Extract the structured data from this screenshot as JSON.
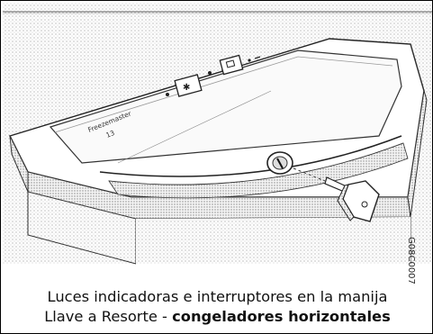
{
  "figure": {
    "panel_labels": [
      "Freezemaster",
      "13"
    ],
    "code": "G08C0007",
    "caption": {
      "line1": "Luces indicadoras e interruptores en la manija",
      "line2_prefix": "Llave a Resorte - ",
      "line2_bold": "congeladores horizontales"
    }
  }
}
